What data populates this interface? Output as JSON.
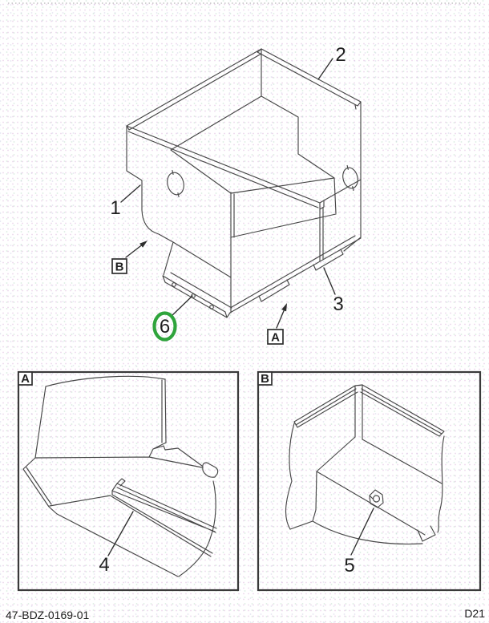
{
  "document": {
    "drawing_number": "47-BDZ-0169-01",
    "page_code": "D21"
  },
  "colors": {
    "line": "#474747",
    "frame": "#3a3a3a",
    "highlight_green": "#2fa43c"
  },
  "main_view": {
    "callouts": [
      {
        "label": "1"
      },
      {
        "label": "2"
      },
      {
        "label": "3"
      },
      {
        "label": "6",
        "highlighted": true
      }
    ],
    "detail_markers": [
      {
        "label": "A"
      },
      {
        "label": "B"
      }
    ]
  },
  "detail_panels": [
    {
      "label": "A",
      "callouts": [
        {
          "label": "4"
        }
      ]
    },
    {
      "label": "B",
      "callouts": [
        {
          "label": "5"
        }
      ]
    }
  ]
}
